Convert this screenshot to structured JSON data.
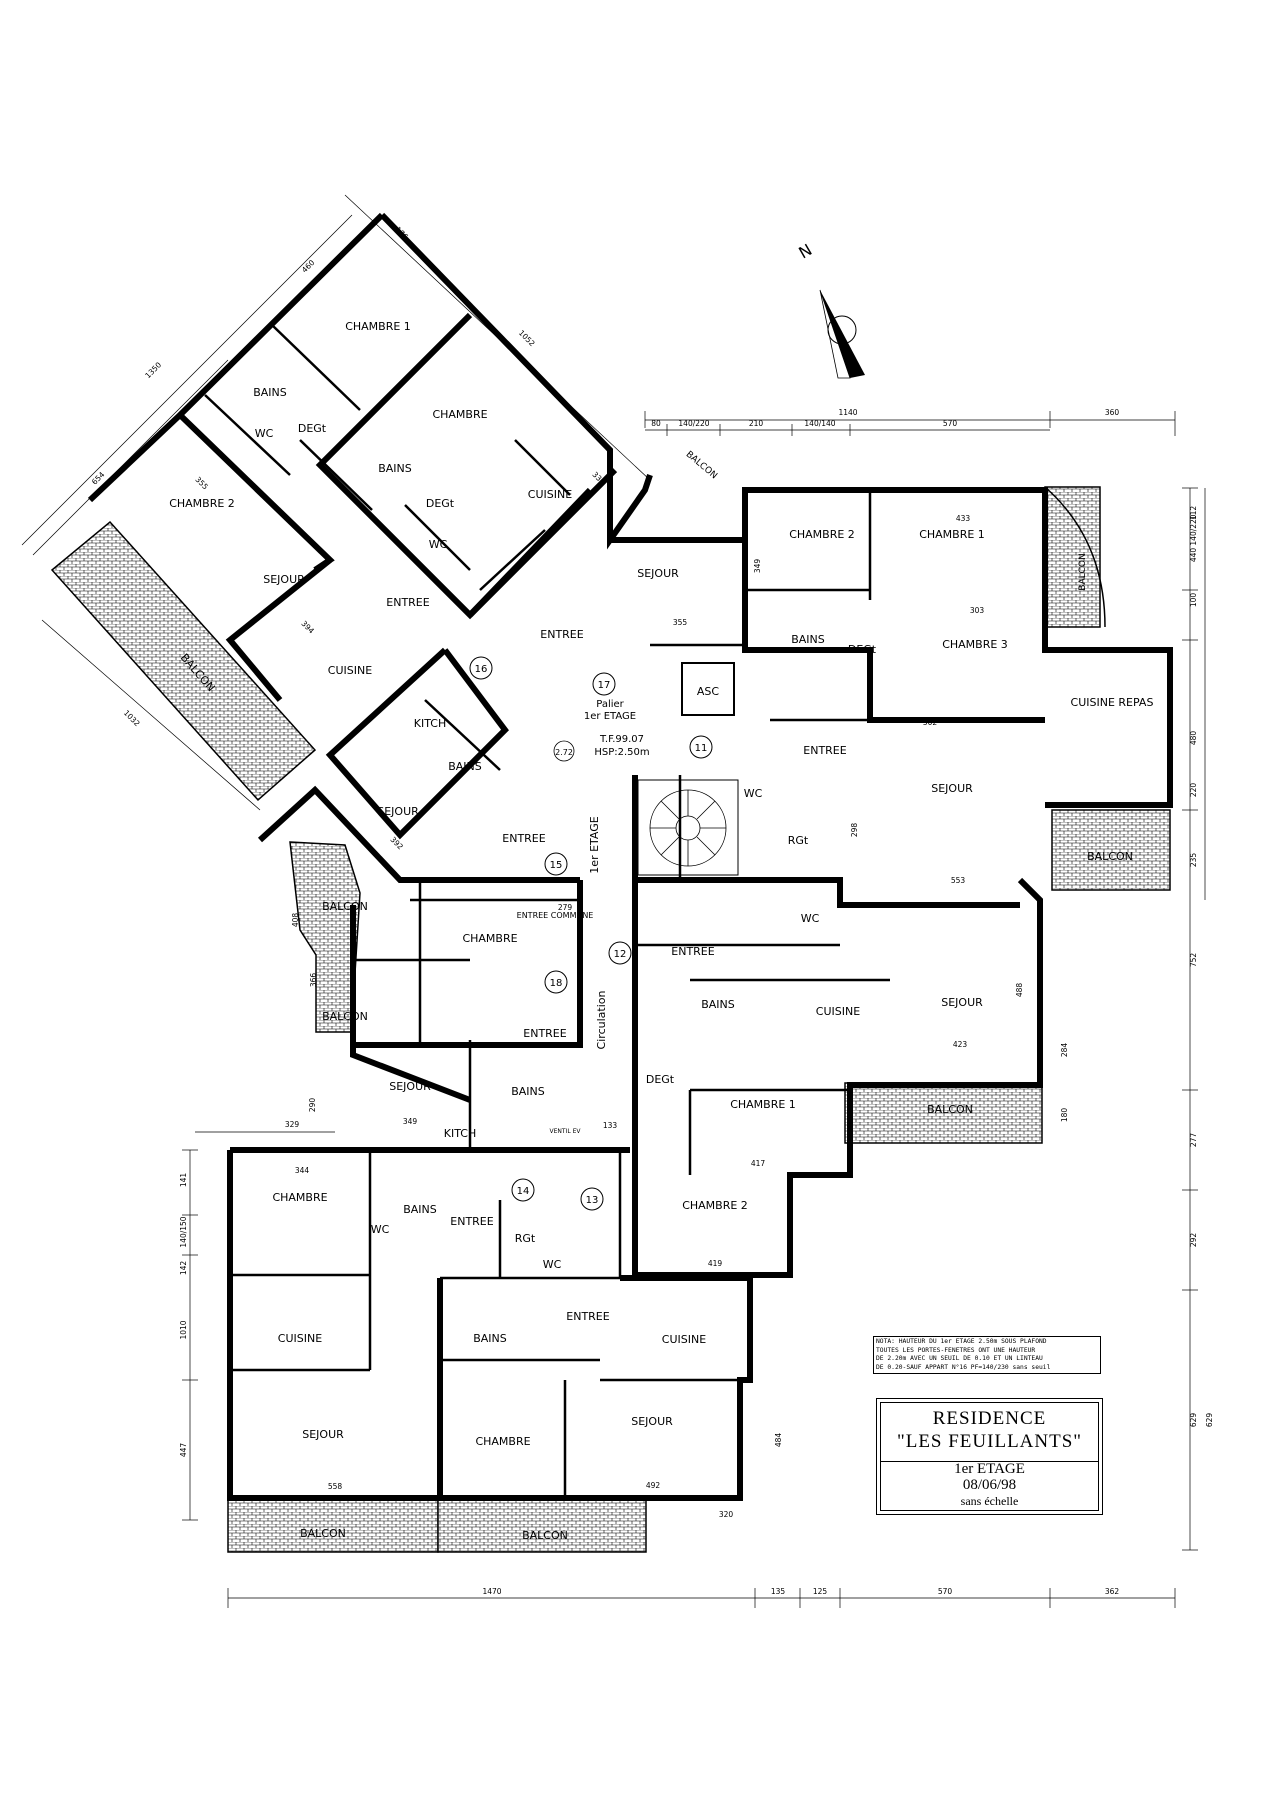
{
  "title_block": {
    "line1": "RESIDENCE",
    "line2": "\"LES FEUILLANTS\"",
    "floor": "1er ETAGE",
    "date": "08/06/98",
    "scale": "sans échelle"
  },
  "note": {
    "l1": "NOTA: HAUTEUR DU 1er ETAGE 2.50m SOUS PLAFOND",
    "l2": "TOUTES LES PORTES-FENETRES ONT UNE HAUTEUR",
    "l3": "DE 2.20m AVEC UN SEUIL DE 0.10 ET UN LINTEAU",
    "l4": "DE 0.20-SAUF APPART N°16 PF=140/230 sans seuil"
  },
  "north": "N",
  "palier": {
    "l1": "Palier",
    "l2": "1er ETAGE",
    "l3": "T.F.99.07",
    "l4": "HSP:2.50m",
    "level": "2.72"
  },
  "apartments": [
    "17",
    "16",
    "15",
    "11",
    "12",
    "18",
    "14",
    "13"
  ],
  "rooms": {
    "ch1_nw": "CHAMBRE 1",
    "ch_n": "CHAMBRE",
    "bains_nw": "BAINS",
    "wc_nw": "WC",
    "degt_nw": "DEGt",
    "ch2_w": "CHAMBRE 2",
    "sejour_w": "SEJOUR",
    "balcon_w": "BALCON",
    "entree_w": "ENTREE",
    "cuisine_w": "CUISINE",
    "bains_n": "BAINS",
    "degt_n": "DEGt",
    "cuisine_n": "CUISINE",
    "wc_n": "WC",
    "sejour_n": "SEJOUR",
    "entree_n": "ENTREE",
    "balcon_n": "BALCON",
    "kitch_c": "KITCH",
    "bains_c": "BAINS",
    "wc_c": "WC",
    "sejour_c": "SEJOUR",
    "entree_c": "ENTREE",
    "balcon_c": "BALCON",
    "asc": "ASC",
    "etage_v": "1er ETAGE",
    "ch2_ne": "CHAMBRE 2",
    "ch1_ne": "CHAMBRE 1",
    "balcon_ne": "BALCON",
    "bains_ne": "BAINS",
    "degt_ne": "DEGt",
    "ch3_ne": "CHAMBRE 3",
    "cuisine_repas": "CUISINE REPAS",
    "entree_ne": "ENTREE",
    "wc_ne": "WC",
    "rgt_ne": "RGt",
    "sejour_ne": "SEJOUR",
    "balcon_ne2": "BALCON",
    "ch_c": "CHAMBRE",
    "entree_commune": "ENTREE COMMUNE",
    "balcon_cw": "BALCON",
    "entree_c2": "ENTREE",
    "sejour_c2": "SEJOUR",
    "bains_c2": "BAINS",
    "kitch_c2": "KITCH",
    "circulation": "Circulation",
    "entree_e": "ENTREE",
    "wc_e": "WC",
    "bains_e": "BAINS",
    "cuisine_e": "CUISINE",
    "sejour_e": "SEJOUR",
    "degt_e": "DEGt",
    "ch1_e": "CHAMBRE 1",
    "balcon_e": "BALCON",
    "ch2_e": "CHAMBRE 2",
    "ch_sw": "CHAMBRE",
    "bains_sw": "BAINS",
    "wc_sw": "WC",
    "entree_sw": "ENTREE",
    "cuisine_sw": "CUISINE",
    "sejour_sw": "SEJOUR",
    "rgt_s": "RGt",
    "wc_s": "WC",
    "bains_s": "BAINS",
    "entree_s": "ENTREE",
    "cuisine_s": "CUISINE",
    "ch_s": "CHAMBRE",
    "sejour_s": "SEJOUR",
    "balcon_sw": "BALCON",
    "balcon_s": "BALCON",
    "ventil": "VENTIL EV"
  },
  "dims": {
    "top1": "1140",
    "top2": "360",
    "top_a": "80",
    "top_b": "140/220",
    "top_c": "210",
    "top_d": "140/140",
    "top_e": "570",
    "bot1": "1470",
    "bot2": "135",
    "bot3": "125",
    "bot4": "570",
    "bot5": "362",
    "r1": "112",
    "r2": "440",
    "r3": "140/220",
    "r4": "100",
    "r5": "480",
    "r6": "220",
    "r7": "235",
    "r8": "752",
    "r9": "277",
    "r10": "292",
    "r11": "629",
    "l1": "141",
    "l2": "140/150",
    "l3": "142",
    "l4": "1010",
    "l5": "447",
    "l6": "329",
    "nw1": "1350",
    "nw2": "654",
    "nw3": "1032",
    "nw4": "460",
    "nw5": "176",
    "nw6": "1052",
    "c1": "366",
    "c2": "408",
    "c3": "290",
    "c4": "133",
    "c5": "484",
    "c6": "320",
    "c7": "492",
    "c8": "558",
    "c9": "344",
    "c10": "419",
    "c11": "417",
    "c12": "423",
    "c13": "553",
    "c14": "502",
    "c15": "303",
    "c16": "433",
    "c17": "355",
    "c18": "349",
    "c19": "394",
    "c20": "355",
    "c21": "330",
    "c22": "392",
    "c23": "349",
    "c24": "279",
    "c25": "298",
    "c26": "488",
    "c27": "284",
    "c28": "180",
    "c29": "629"
  }
}
